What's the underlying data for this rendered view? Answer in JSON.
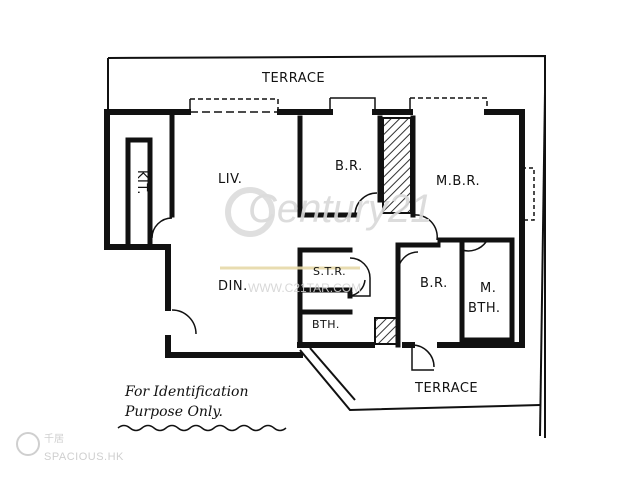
{
  "labels": {
    "terrace_top": "TERRACE",
    "living": "LIV.",
    "bedroom_1": "B.R.",
    "master_bedroom": "M.B.R.",
    "kitchen": "KIT.",
    "dining": "DIN.",
    "store": "S.T.R.",
    "bedroom_2": "B.R.",
    "master_bath_1": "M.",
    "master_bath_2": "BTH.",
    "bathroom": "BTH.",
    "terrace_bottom": "TERRACE"
  },
  "note": {
    "line1": "For Identification",
    "line2": "Purpose Only."
  },
  "watermark": {
    "brand": "Century21",
    "url": "WWW.C21TAR.COM"
  },
  "source_badge": {
    "brand": "SPACIOUS.HK",
    "chinese": "千居"
  },
  "colors": {
    "wall": "#111111",
    "hatch": "#333333",
    "watermark": "#d9d9d9"
  }
}
